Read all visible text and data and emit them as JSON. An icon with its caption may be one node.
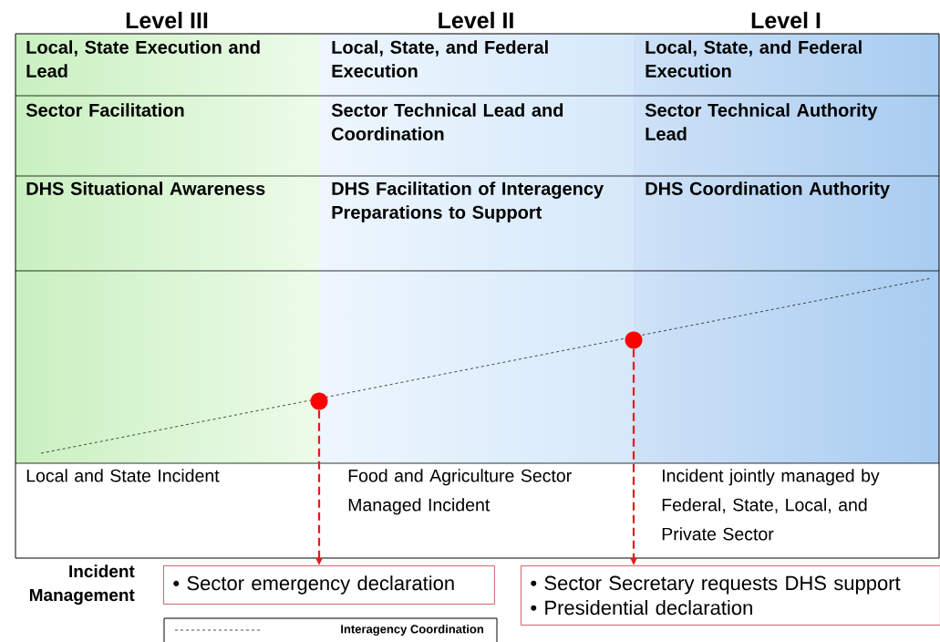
{
  "diagram": {
    "nodes": [
      {
        "text": [],
        "shape": "circle"
      },
      {
        "text": [],
        "shape": "circle"
      },
      {
        "text": [
          "• Sector emergency declaration"
        ]
      },
      {
        "text": [
          "• Sector Secretary requests DHS support",
          "• Presidential declaration"
        ]
      }
    ],
    "edges": [
      {
        "from": 0,
        "to": 2,
        "arrow": "to",
        "style": "dashed",
        "color": "#e8191c"
      },
      {
        "from": 1,
        "to": 3,
        "arrow": "to",
        "style": "dashed",
        "color": "#e8191c"
      }
    ],
    "labels": [
      "Level III",
      "Level II",
      "Level I",
      "Local, State Execution and Lead",
      "Local, State, and Federal Execution",
      "Local, State, and Federal Execution",
      "Sector Facilitation",
      "Sector Technical Lead and Coordination",
      "Sector Technical Authority Lead",
      "DHS Situational Awareness",
      "DHS Facilitation of Interagency Preparations to Support",
      "DHS Coordination Authority",
      "Local and State Incident",
      "Food and Agriculture Sector Managed Incident",
      "Incident jointly managed by Federal, State, Local, and Private Sector",
      "Incident Management"
    ],
    "legend": [
      {
        "text": "Interagency Coordination"
      }
    ]
  }
}
